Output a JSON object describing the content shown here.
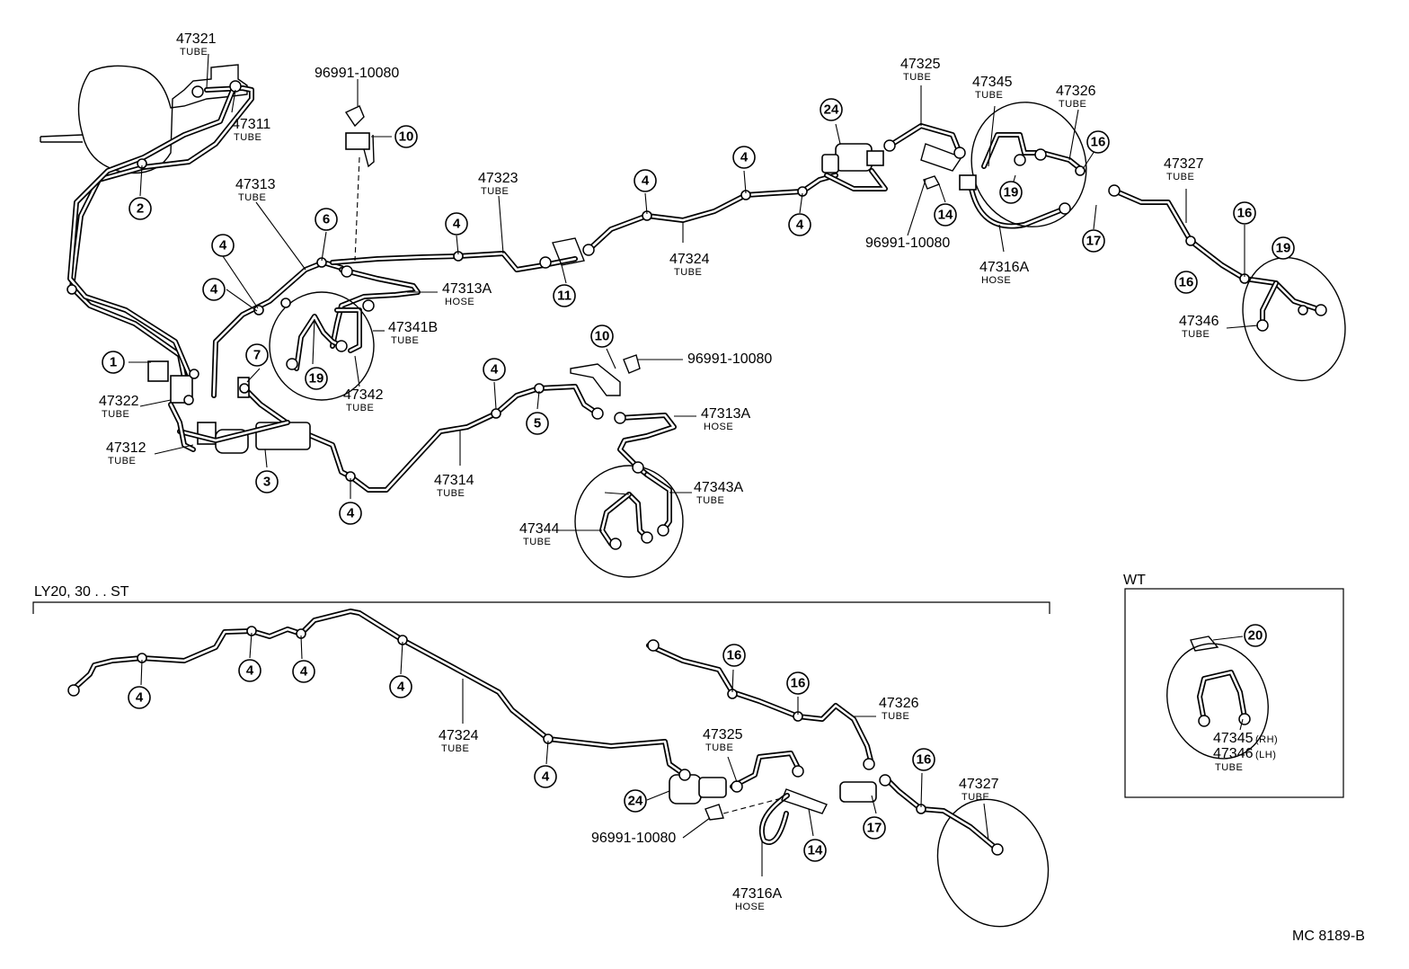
{
  "parts": [
    {
      "num": "47321",
      "desc": "TUBE"
    },
    {
      "num": "47311",
      "desc": "TUBE"
    },
    {
      "num": "96991-10080",
      "desc": ""
    },
    {
      "num": "47313",
      "desc": "TUBE"
    },
    {
      "num": "47323",
      "desc": "TUBE"
    },
    {
      "num": "47313A",
      "desc": "HOSE"
    },
    {
      "num": "47341B",
      "desc": "TUBE"
    },
    {
      "num": "47342",
      "desc": "TUBE"
    },
    {
      "num": "47322",
      "desc": "TUBE"
    },
    {
      "num": "47312",
      "desc": "TUBE"
    },
    {
      "num": "47324",
      "desc": "TUBE"
    },
    {
      "num": "47325",
      "desc": "TUBE"
    },
    {
      "num": "47345",
      "desc": "TUBE"
    },
    {
      "num": "47326",
      "desc": "TUBE"
    },
    {
      "num": "47327",
      "desc": "TUBE"
    },
    {
      "num": "96991-10080",
      "desc": ""
    },
    {
      "num": "47316A",
      "desc": "HOSE"
    },
    {
      "num": "47346",
      "desc": "TUBE"
    },
    {
      "num": "96991-10080",
      "desc": ""
    },
    {
      "num": "47313A",
      "desc": "HOSE"
    },
    {
      "num": "47314",
      "desc": "TUBE"
    },
    {
      "num": "47343A",
      "desc": "TUBE"
    },
    {
      "num": "47344",
      "desc": "TUBE"
    },
    {
      "num": "47324",
      "desc": "TUBE"
    },
    {
      "num": "47325",
      "desc": "TUBE"
    },
    {
      "num": "47326",
      "desc": "TUBE"
    },
    {
      "num": "47327",
      "desc": "TUBE"
    },
    {
      "num": "96991-10080",
      "desc": ""
    },
    {
      "num": "47316A",
      "desc": "HOSE"
    }
  ],
  "callouts": [
    "1",
    "2",
    "3",
    "4",
    "4",
    "4",
    "4",
    "4",
    "4",
    "4",
    "4",
    "4",
    "5",
    "6",
    "7",
    "10",
    "10",
    "11",
    "14",
    "16",
    "16",
    "16",
    "17",
    "19",
    "19",
    "19",
    "24",
    "4",
    "4",
    "4",
    "4",
    "4",
    "16",
    "16",
    "16",
    "17",
    "14",
    "24",
    "20"
  ],
  "variant": {
    "label": "LY20, 30 . . ST"
  },
  "inset": {
    "label": "WT",
    "part_a": "47345",
    "part_a_side": "(RH)",
    "part_b": "47346",
    "part_b_side": "(LH)",
    "desc": "TUBE"
  },
  "footer": {
    "code": "MC  8189-B"
  }
}
